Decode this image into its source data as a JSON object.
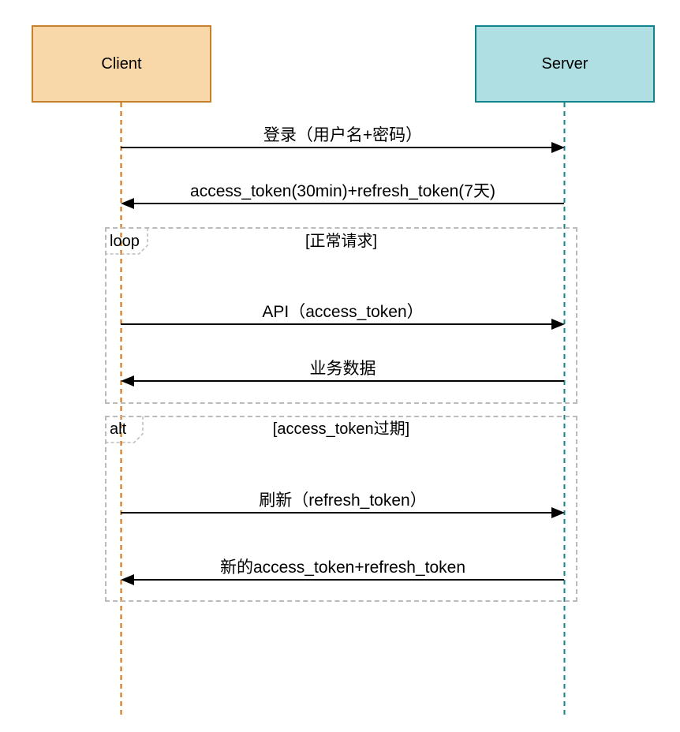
{
  "diagram": {
    "type": "uml-sequence-diagram",
    "actors": [
      {
        "name": "Client",
        "fill": "#F8D7A8",
        "stroke": "#C67F2B",
        "lifeline_color": "#D26F0B"
      },
      {
        "name": "Server",
        "fill": "#AFDFE2",
        "stroke": "#12848E",
        "lifeline_color": "#12848E"
      }
    ],
    "messages": [
      {
        "label": "登录（用户名+密码）",
        "from": "Client",
        "to": "Server",
        "direction": "right"
      },
      {
        "label": "access_token(30min)+refresh_token(7天)",
        "from": "Server",
        "to": "Client",
        "direction": "left"
      },
      {
        "label": "API（access_token）",
        "from": "Client",
        "to": "Server",
        "direction": "right"
      },
      {
        "label": "业务数据",
        "from": "Server",
        "to": "Client",
        "direction": "left"
      },
      {
        "label": "刷新（refresh_token）",
        "from": "Client",
        "to": "Server",
        "direction": "right"
      },
      {
        "label": "新的access_token+refresh_token",
        "from": "Server",
        "to": "Client",
        "direction": "left"
      }
    ],
    "fragments": [
      {
        "operator": "loop",
        "condition": "[正常请求]",
        "contains_messages": [
          2,
          3
        ]
      },
      {
        "operator": "alt",
        "condition": "[access_token过期]",
        "contains_messages": [
          4,
          5
        ]
      }
    ],
    "colors": {
      "background": "#FFFFFF",
      "arrow": "#000000",
      "fragment_border": "#BBBBBB",
      "text": "#000000"
    }
  }
}
